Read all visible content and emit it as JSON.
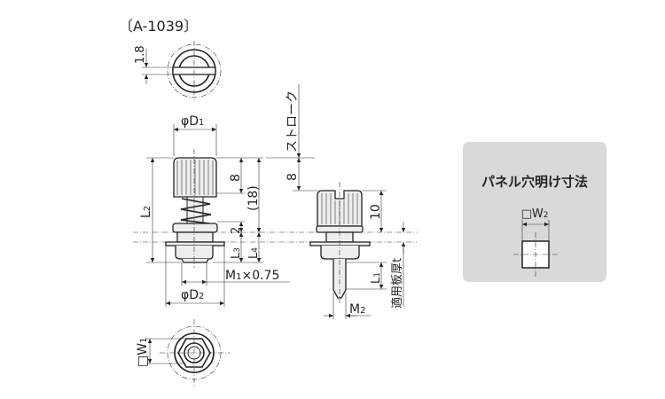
{
  "title": "〔A-1039〕",
  "top_view": {
    "slot_dim": "1.8"
  },
  "side_view": {
    "d1_label": "φD",
    "d1_sub": "1",
    "l2_label": "L",
    "l2_sub": "2",
    "dim_8": "8",
    "dim_18": "(18)",
    "dim_2": "2",
    "l3_label": "L",
    "l3_sub": "3",
    "l4_label": "L",
    "l4_sub": "4",
    "m1_label": "M",
    "m1_sub": "1",
    "m1_pitch": "×0.75",
    "d2_label": "φD",
    "d2_sub": "2"
  },
  "right_view": {
    "stroke_label": "ストローク",
    "stroke_dim": "8",
    "dim_10": "10",
    "l1_label": "L",
    "l1_sub": "1",
    "thickness_label": "適用板厚t",
    "m2_label": "M",
    "m2_sub": "2"
  },
  "bottom_view": {
    "w1_label": "□W",
    "w1_sub": "1"
  },
  "panel_cutout": {
    "title": "パネル穴明け寸法",
    "w2_label": "□W",
    "w2_sub": "2",
    "background": "#d9d9d9"
  }
}
